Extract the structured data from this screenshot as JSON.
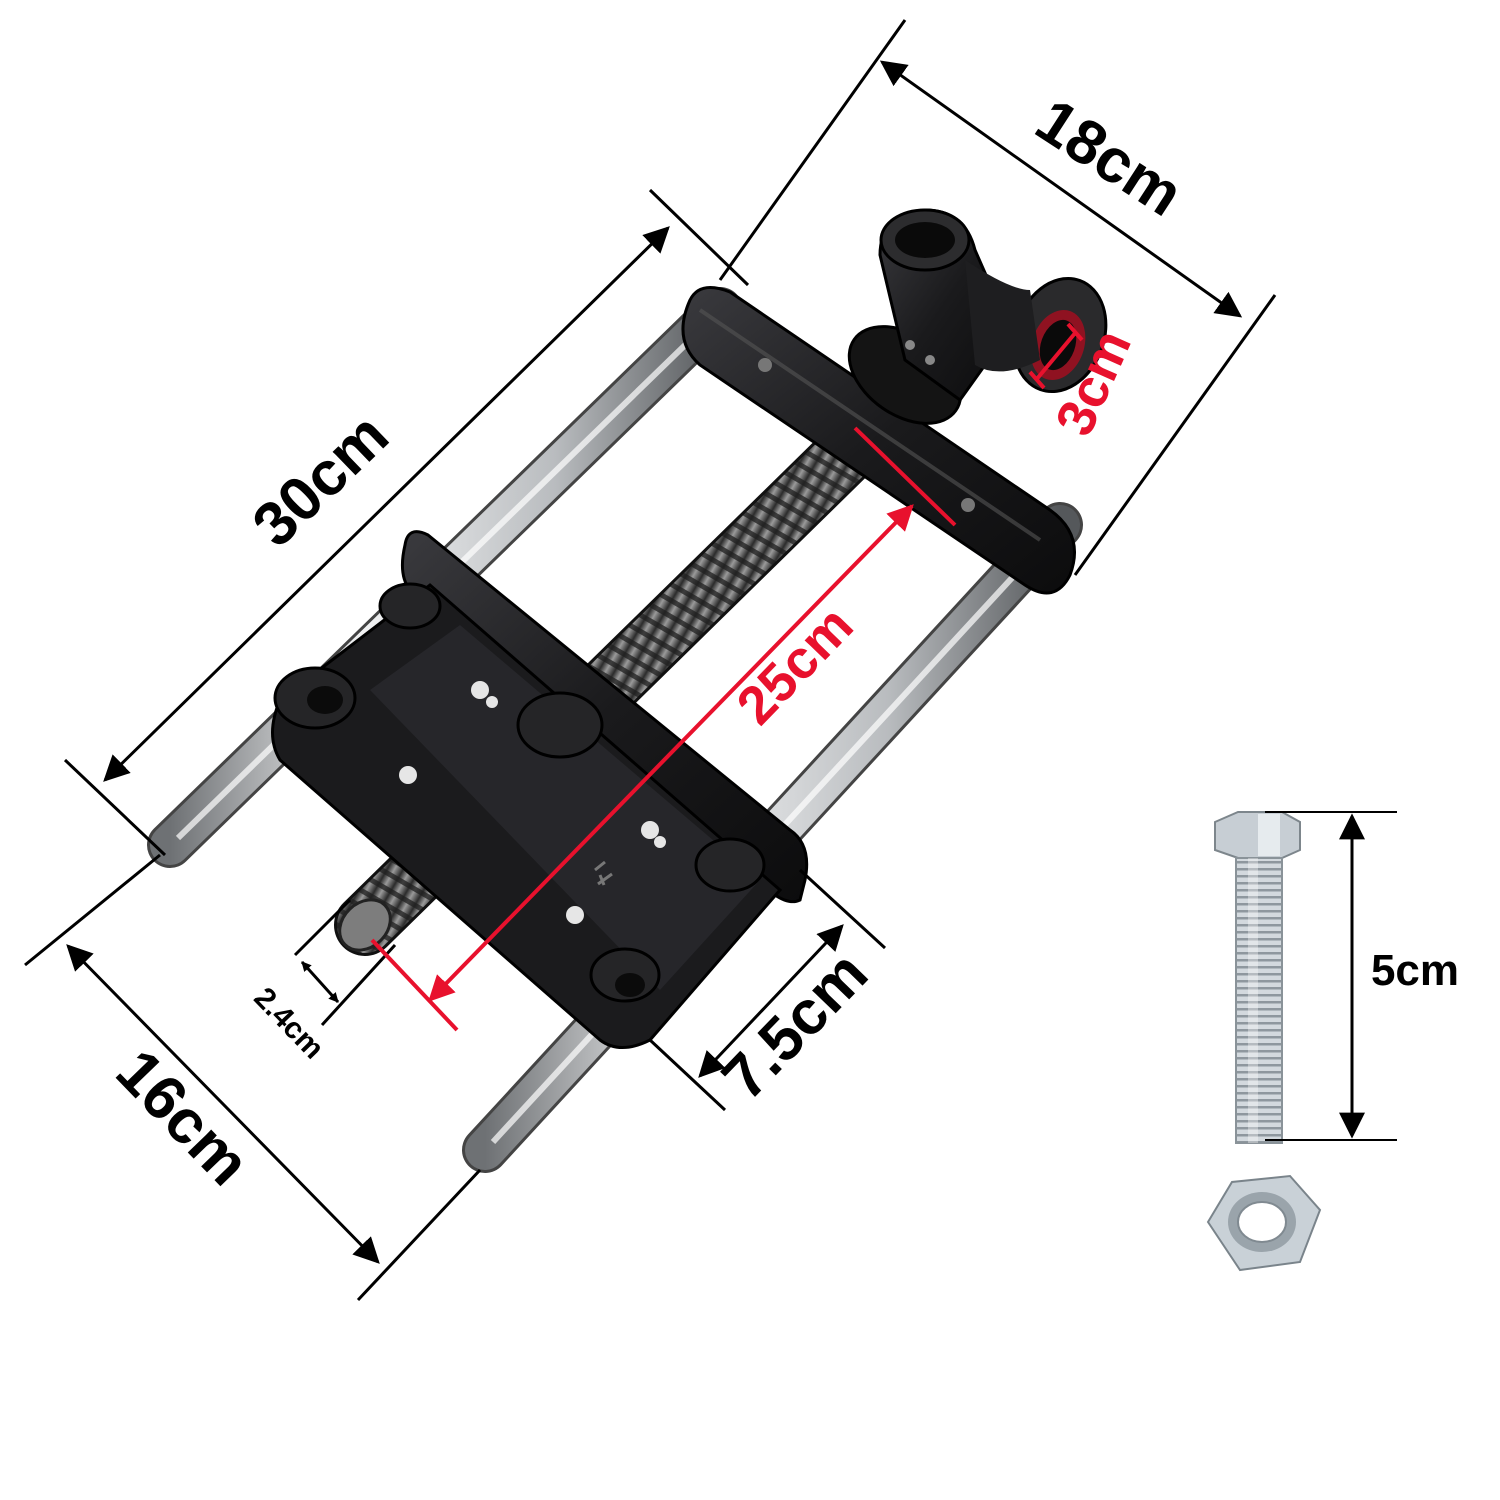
{
  "dimensions": {
    "overall_length": "30cm",
    "overall_width": "18cm",
    "pipe_opening": "3cm",
    "screw_travel": "25cm",
    "front_jaw_width": "16cm",
    "jaw_depth": "7.5cm",
    "screw_diameter": "2.4cm",
    "bolt_length": "5cm"
  },
  "colors": {
    "dimension_line": "#000000",
    "highlight": "#e8112d",
    "cast_iron": "#1c1c1e",
    "steel_rod": "#c9cbcd",
    "zinc_bolt": "#cfd6dc"
  }
}
